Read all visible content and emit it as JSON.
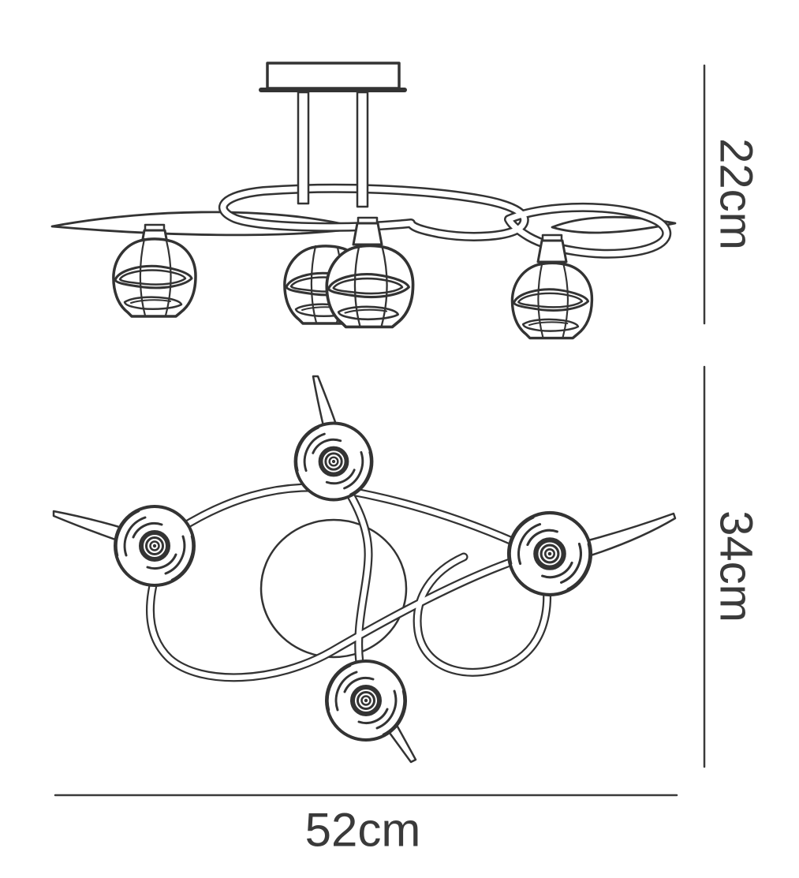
{
  "colors": {
    "background": "#ffffff",
    "line": "#333333",
    "text": "#3a3a3a"
  },
  "diagram": {
    "kind": "product dimension line drawing",
    "product": "ceiling light fixture with looped arms and four swirl glass shades",
    "views": {
      "side": {
        "name": "side elevation",
        "shade_count": 4
      },
      "plan": {
        "name": "top plan view",
        "shade_count": 4
      }
    }
  },
  "dimensions": {
    "height": {
      "label": "22cm",
      "orientation": "vertical"
    },
    "depth": {
      "label": "34cm",
      "orientation": "vertical"
    },
    "width": {
      "label": "52cm",
      "orientation": "horizontal"
    }
  }
}
